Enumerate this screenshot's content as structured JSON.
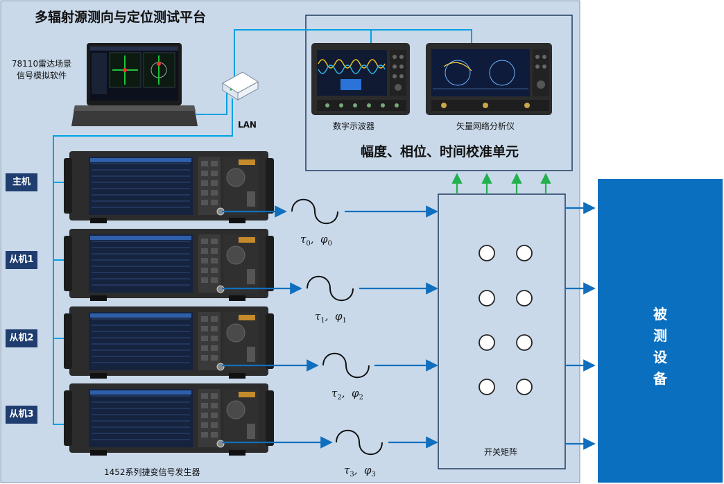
{
  "title": "多辐射源测向与定位测试平台",
  "software": {
    "lines": [
      "78110雷达场景",
      "信号模拟软件"
    ]
  },
  "lan_label": "LAN",
  "instruments": {
    "oscilloscope": "数字示波器",
    "vna": "矢量网络分析仪"
  },
  "calibration_unit": "幅度、相位、时间校准单元",
  "roles": [
    "主机",
    "从机1",
    "从机2",
    "从机3"
  ],
  "generator_label": "1452系列捷变信号发生器",
  "signals": [
    {
      "tau": "τ",
      "sub": "0",
      "phi": "φ",
      "phisub": "0"
    },
    {
      "tau": "τ",
      "sub": "1",
      "phi": "φ",
      "phisub": "1"
    },
    {
      "tau": "τ",
      "sub": "2",
      "phi": "φ",
      "phisub": "2"
    },
    {
      "tau": "τ",
      "sub": "3",
      "phi": "φ",
      "phisub": "3"
    }
  ],
  "switch_matrix": "开关矩阵",
  "dut": {
    "chars": [
      "被",
      "测",
      "设",
      "备"
    ]
  },
  "colors": {
    "panel": "#c9d9ea",
    "dut": "#0b6fc0",
    "wire": "#00a0e0",
    "arrow": "#0f6fbe",
    "green_arrow": "#22b14c",
    "role_box": "#1f3d6e"
  }
}
